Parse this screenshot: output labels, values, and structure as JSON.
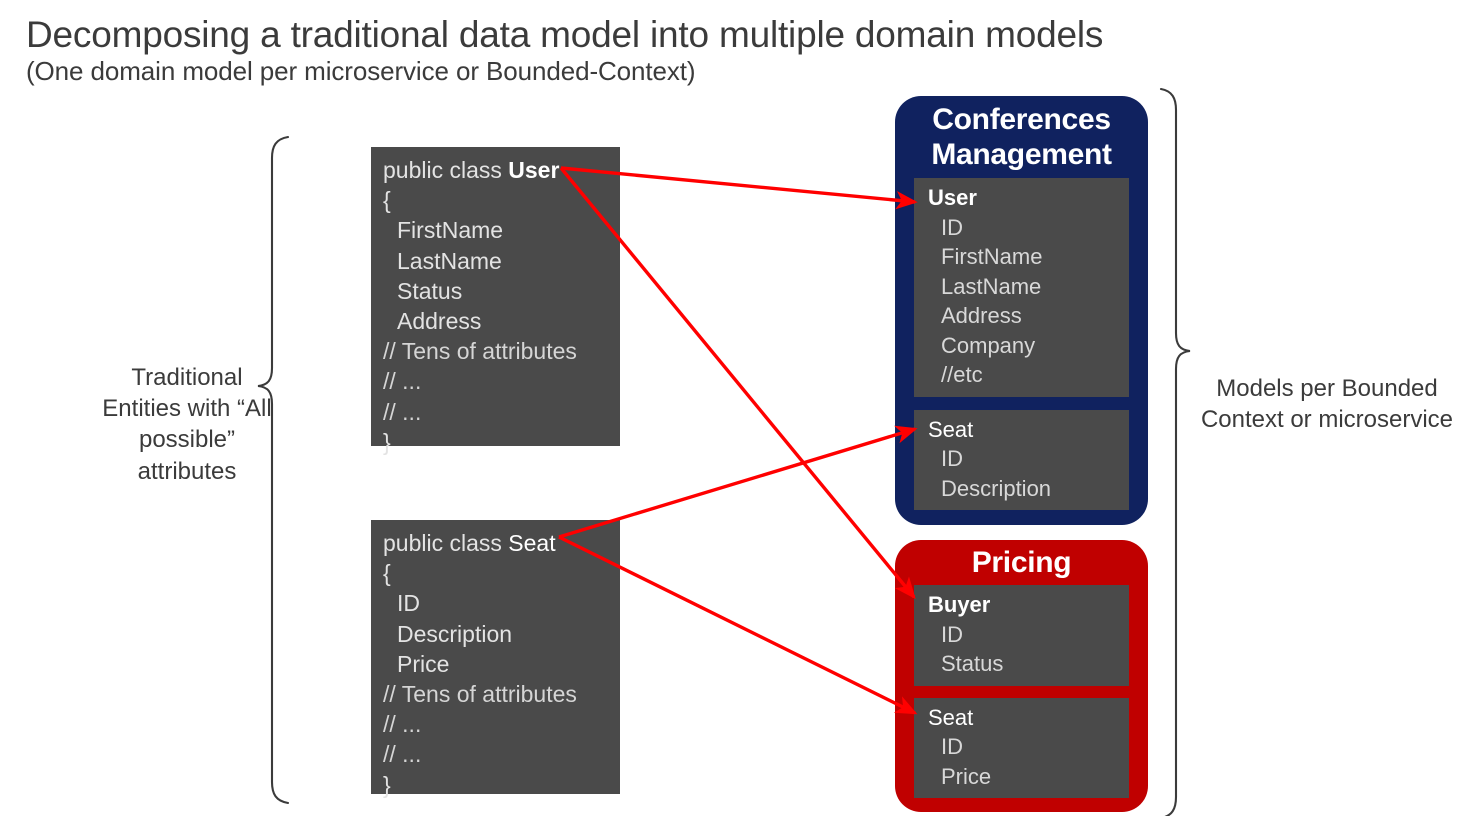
{
  "title": {
    "main": "Decomposing a traditional data model into multiple domain models",
    "subtitle": "(One domain model per microservice or Bounded-Context)"
  },
  "labels": {
    "left": "Traditional Entities with “All possible” attributes",
    "right": "Models per Bounded Context or microservice"
  },
  "code_blocks": [
    {
      "id": "code-user",
      "declaration_prefix": "public class ",
      "class_name": "User",
      "class_name_bold": true,
      "open_brace": "{",
      "members": [
        "FirstName",
        "LastName",
        "Status",
        "Address"
      ],
      "comments": [
        "// Tens of attributes",
        "// ...",
        "// ..."
      ],
      "close_brace": "}"
    },
    {
      "id": "code-seat",
      "declaration_prefix": "public class ",
      "class_name": "Seat",
      "class_name_bold": false,
      "open_brace": "{",
      "members": [
        "ID",
        "Description",
        "Price"
      ],
      "comments": [
        "// Tens of attributes",
        "// ...",
        "// ..."
      ],
      "close_brace": "}"
    }
  ],
  "bounded_contexts": [
    {
      "id": "bc-conferences",
      "title": "Conferences Management",
      "title_line1": "Conferences",
      "title_line2": "Management",
      "color": "#10225F",
      "entities": [
        {
          "name": "User",
          "bold": true,
          "attributes": [
            "ID",
            "FirstName",
            "LastName",
            "Address",
            "Company",
            "//etc"
          ]
        },
        {
          "name": "Seat",
          "bold": false,
          "attributes": [
            "ID",
            "Description"
          ]
        }
      ]
    },
    {
      "id": "bc-pricing",
      "title": "Pricing",
      "color": "#C00000",
      "entities": [
        {
          "name": "Buyer",
          "bold": true,
          "attributes": [
            "ID",
            "Status"
          ]
        },
        {
          "name": "Seat",
          "bold": false,
          "attributes": [
            "ID",
            "Price"
          ]
        }
      ]
    }
  ],
  "arrows": {
    "color": "#FF0000",
    "connections": [
      {
        "from": "code-user",
        "to": "entity-user-conferences"
      },
      {
        "from": "code-user",
        "to": "entity-buyer-pricing"
      },
      {
        "from": "code-seat",
        "to": "entity-seat-conferences"
      },
      {
        "from": "code-seat",
        "to": "entity-seat-pricing"
      }
    ]
  },
  "colors": {
    "code_block_bg": "#4A4A4A",
    "entity_bg": "#4A4A4A",
    "conferences_blue": "#10225F",
    "pricing_red": "#C00000",
    "arrow_red": "#FF0000",
    "text_dark": "#3B3B3B"
  }
}
